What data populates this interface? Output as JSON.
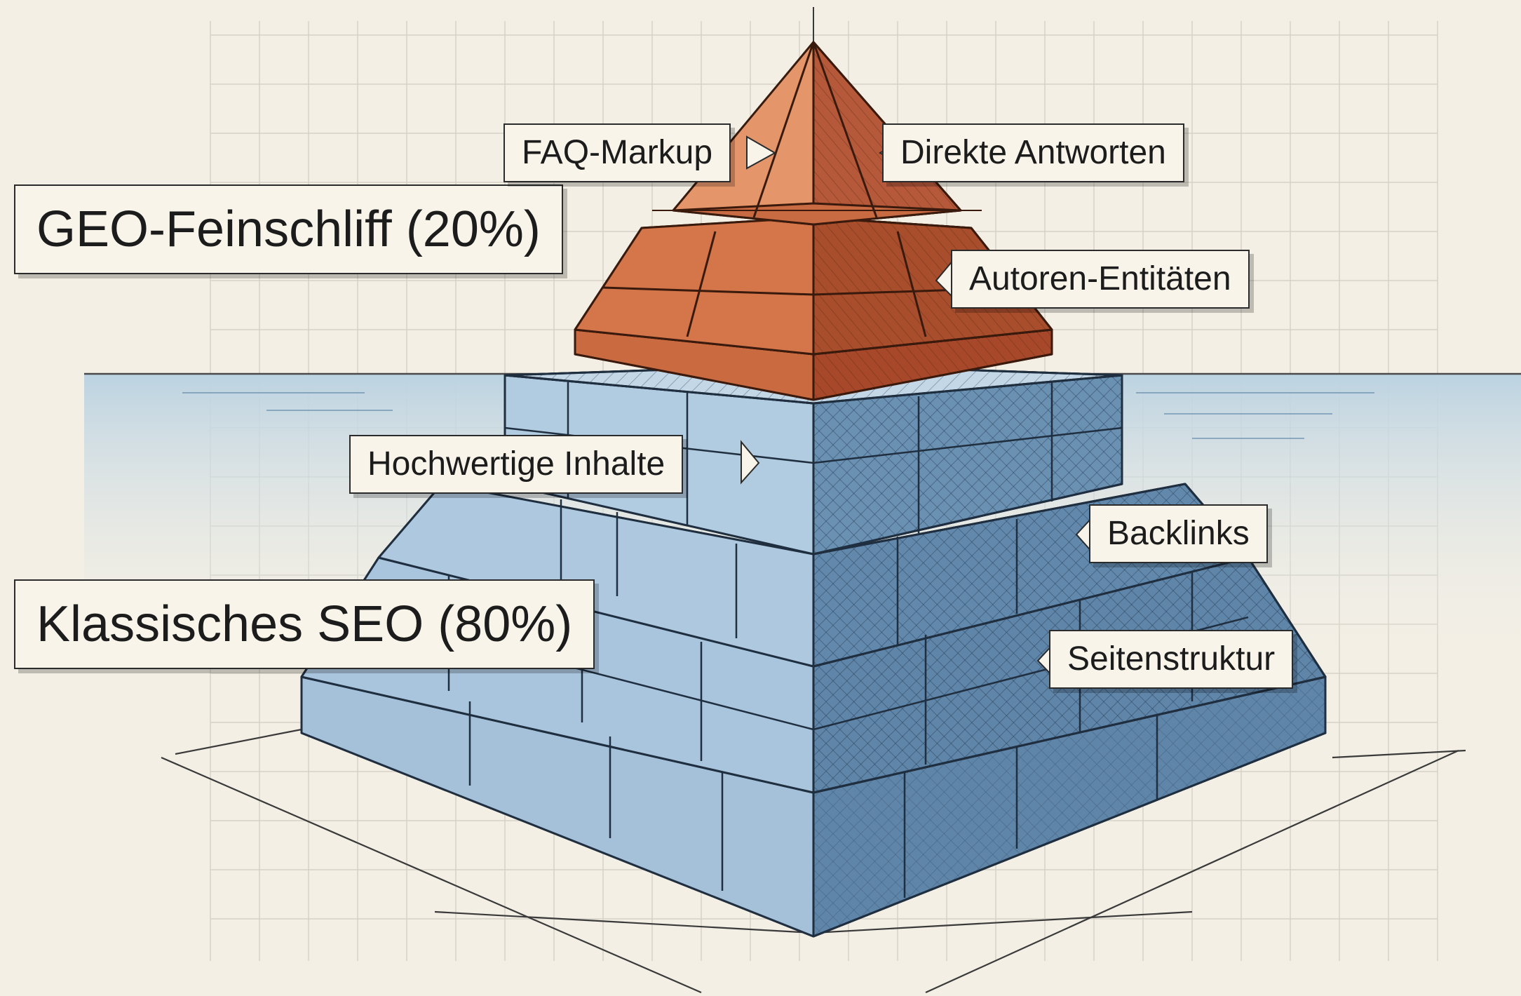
{
  "diagram": {
    "sections": {
      "top": "GEO-Feinschliff (20%)",
      "bottom": "Klassisches SEO (80%)"
    },
    "callouts": [
      "FAQ-Markup",
      "Direkte Antworten",
      "Autoren-Entitäten",
      "Hochwertige Inhalte",
      "Backlinks",
      "Seitenstruktur"
    ]
  },
  "colors": {
    "background": "#f3efe5",
    "grid": "#d9d5cb",
    "water": "#c9dce8",
    "copper_light": "#e08a5c",
    "copper_dark": "#b4532f",
    "stone_light": "#9ebcd6",
    "stone_dark": "#5d84a8",
    "ink": "#2b2b2b"
  }
}
